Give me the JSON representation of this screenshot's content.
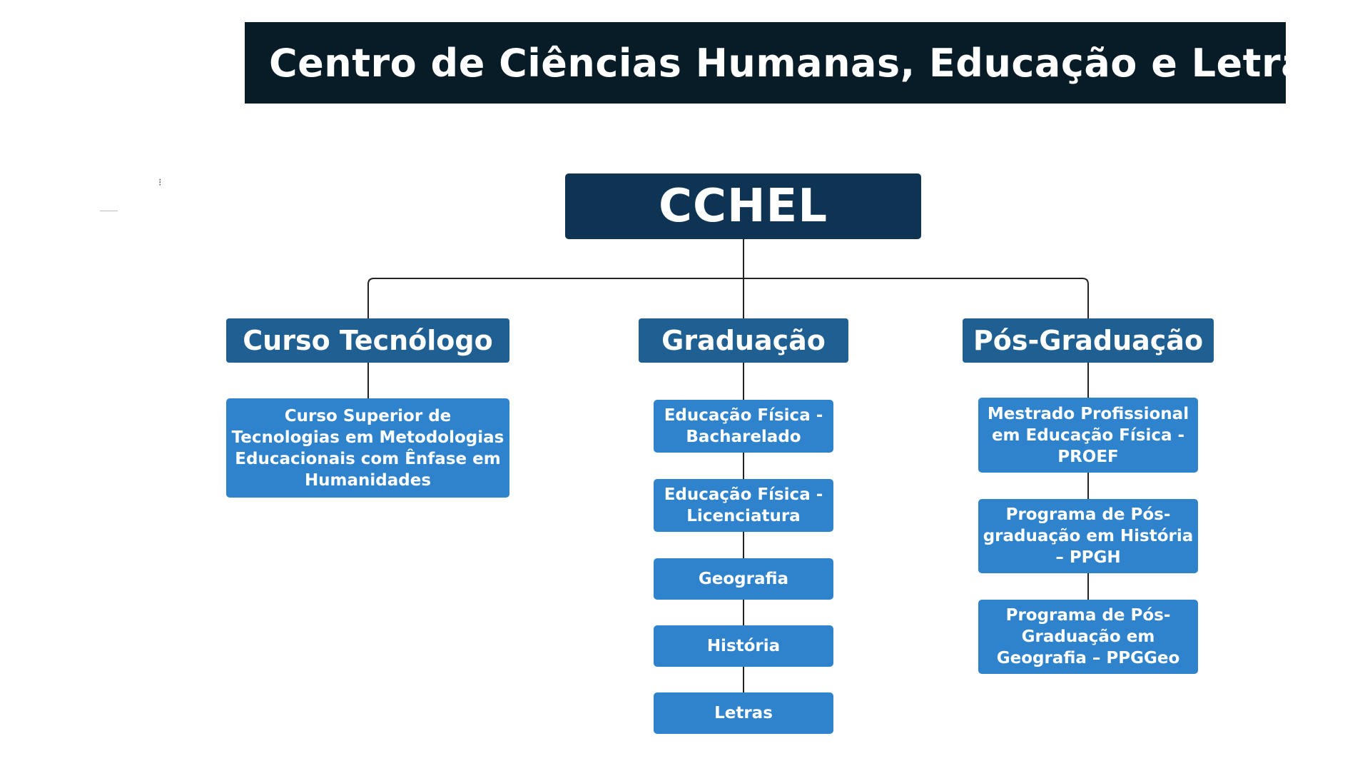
{
  "header": {
    "title": "Centro de Ciências Humanas, Educação e Letras"
  },
  "root": {
    "label": "CCHEL"
  },
  "categories": [
    {
      "label": "Curso Tecnólogo",
      "items": [
        "Curso Superior de Tecnologias em Metodologias Educacionais com Ênfase em Humanidades"
      ]
    },
    {
      "label": "Graduação",
      "items": [
        "Educação Física - Bacharelado",
        "Educação Física - Licenciatura",
        "Geografia",
        "História",
        "Letras"
      ]
    },
    {
      "label": "Pós-Graduação",
      "items": [
        "Mestrado Profissional em Educação Física - PROEF",
        "Programa de Pós-graduação em História – PPGH",
        "Programa de Pós-Graduação em Geografia – PPGGeo"
      ]
    }
  ],
  "colors": {
    "header_bg": "#071c26",
    "root_bg": "#0f3353",
    "category_bg": "#1f5f91",
    "leaf_bg": "#2f82cc",
    "connector": "#222222"
  }
}
